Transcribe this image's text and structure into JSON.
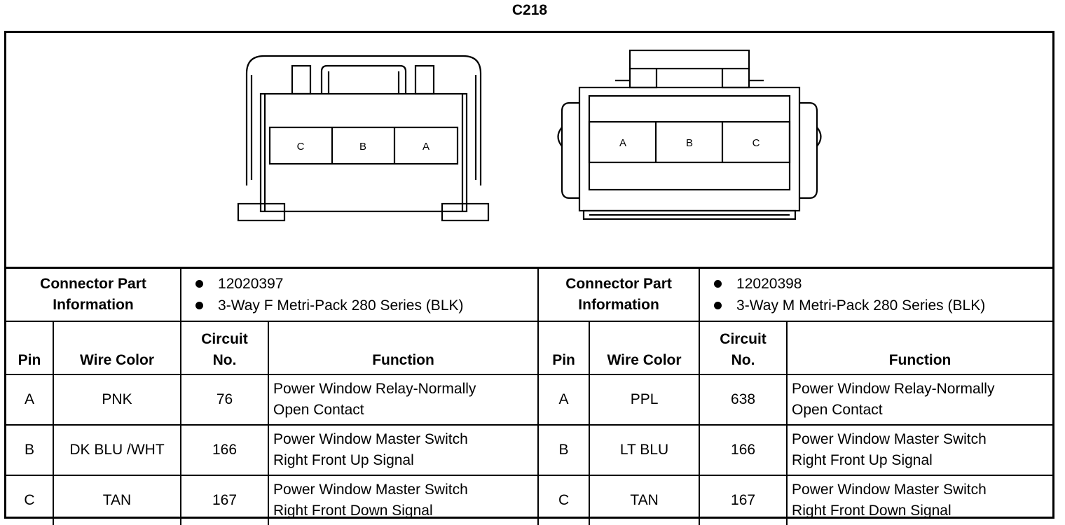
{
  "title": "C218",
  "connectors": [
    {
      "cavities": [
        "C",
        "B",
        "A"
      ],
      "part_info_label": "Connector Part Information",
      "part_info": [
        "12020397",
        "3-Way F Metri-Pack 280 Series (BLK)"
      ]
    },
    {
      "cavities": [
        "A",
        "B",
        "C"
      ],
      "part_info_label": "Connector Part Information",
      "part_info": [
        "12020398",
        "3-Way M Metri-Pack 280 Series (BLK)"
      ]
    }
  ],
  "table_headers": {
    "pin": "Pin",
    "wire_color": "Wire Color",
    "circuit_line1": "Circuit",
    "circuit_line2": "No.",
    "function": "Function"
  },
  "left_rows": [
    {
      "pin": "A",
      "wire_color": "PNK",
      "circuit": "76",
      "function_line1": "Power Window Relay-Normally",
      "function_line2": "Open Contact"
    },
    {
      "pin": "B",
      "wire_color": "DK BLU /WHT",
      "circuit": "166",
      "function_line1": "Power Window Master Switch",
      "function_line2": "Right Front Up Signal"
    },
    {
      "pin": "C",
      "wire_color": "TAN",
      "circuit": "167",
      "function_line1": "Power Window Master Switch",
      "function_line2": "Right Front Down Signal"
    }
  ],
  "right_rows": [
    {
      "pin": "A",
      "wire_color": "PPL",
      "circuit": "638",
      "function_line1": "Power Window Relay-Normally",
      "function_line2": "Open Contact"
    },
    {
      "pin": "B",
      "wire_color": "LT BLU",
      "circuit": "166",
      "function_line1": "Power Window Master Switch",
      "function_line2": "Right Front Up Signal"
    },
    {
      "pin": "C",
      "wire_color": "TAN",
      "circuit": "167",
      "function_line1": "Power Window Master Switch",
      "function_line2": "Right Front Down Signal"
    }
  ]
}
